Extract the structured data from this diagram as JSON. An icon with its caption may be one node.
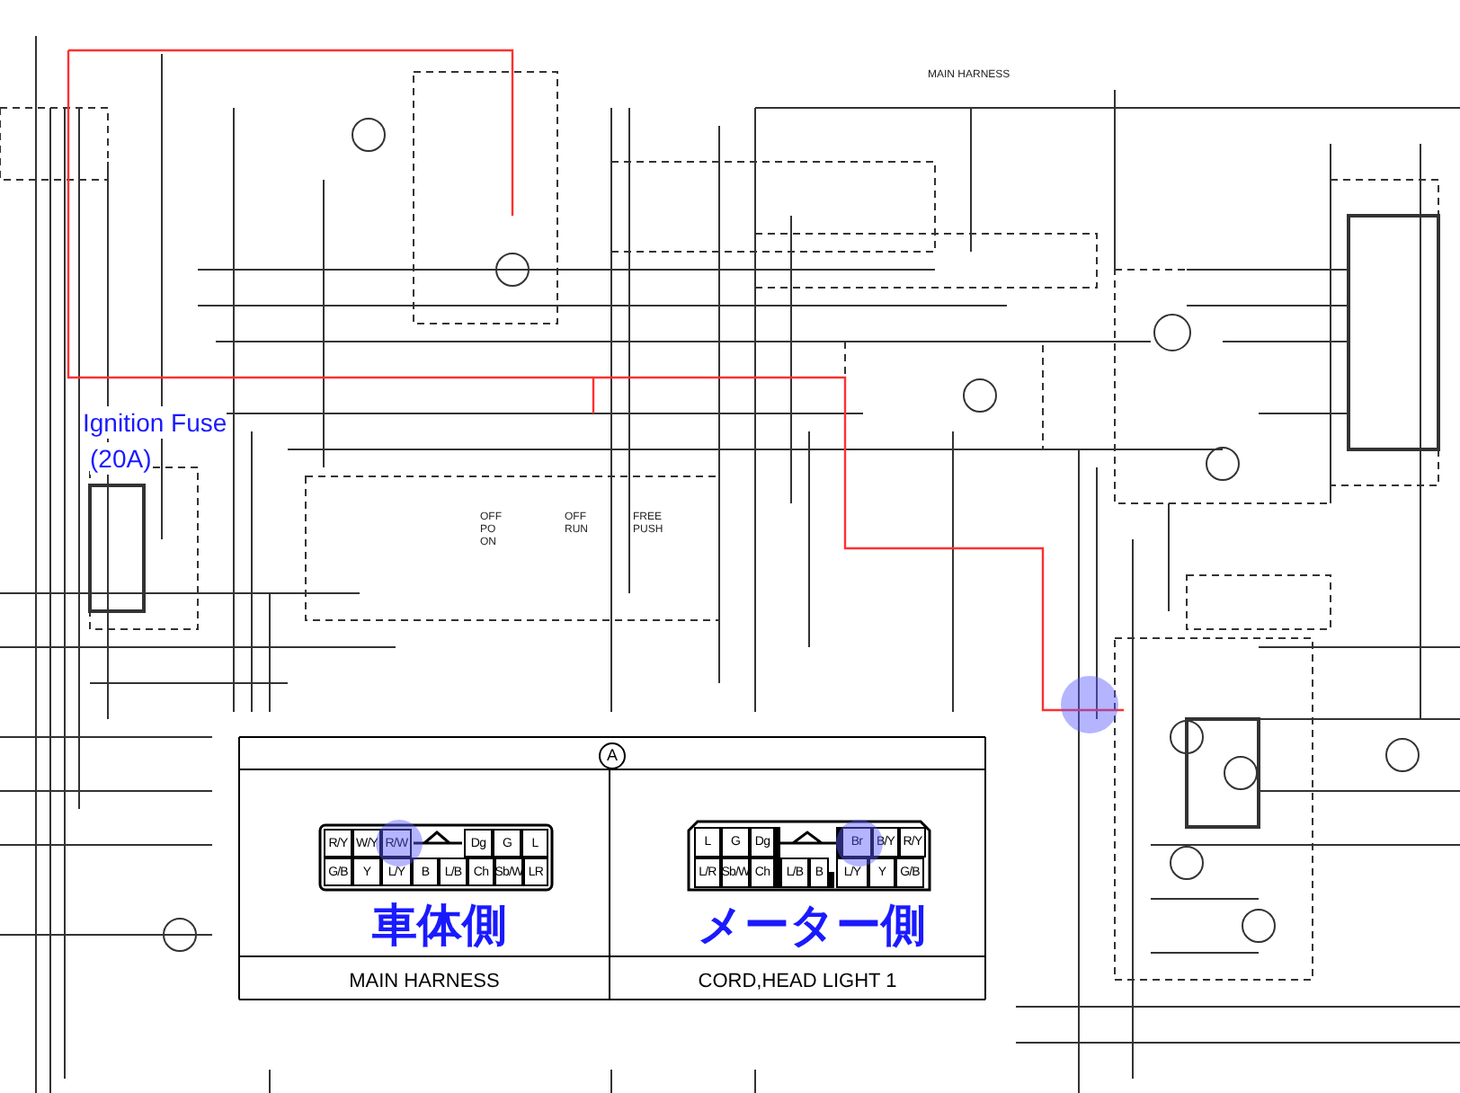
{
  "diagram": {
    "labels": [
      "MAIN HARNESS",
      "Ignition Fuse",
      "(20A)",
      "OFF",
      "PO",
      "ON",
      "OFF",
      "RUN",
      "FREE",
      "PUSH",
      "A",
      "R/Y",
      "W/Y",
      "R/W",
      "Dg",
      "G",
      "L",
      "G/B",
      "Y",
      "L/Y",
      "B",
      "L/B",
      "Ch",
      "Sb/W",
      "LR",
      "車体側",
      "L",
      "G",
      "Dg",
      "Br",
      "B/Y",
      "R/Y",
      "L/R",
      "Sb/W",
      "Ch",
      "L/B",
      "B",
      "L/Y",
      "Y",
      "G/B",
      "メーター側",
      "MAIN HARNESS",
      "CORD,HEAD LIGHT 1"
    ]
  }
}
